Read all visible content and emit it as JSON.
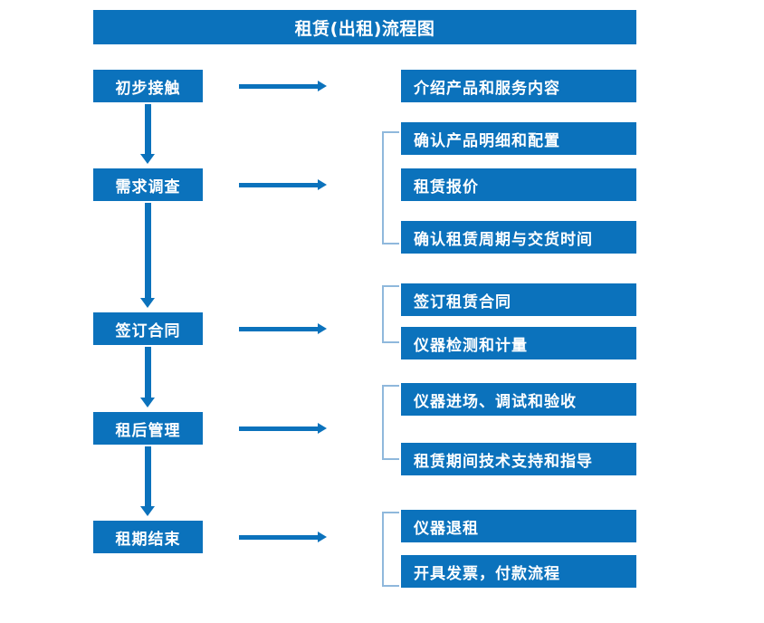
{
  "page": {
    "title": "租赁(出租)流程图",
    "background_color": "#ffffff",
    "accent_color": "#0b72bc",
    "bracket_color": "#8fb8dc",
    "text_color": "#ffffff"
  },
  "flow": {
    "stages": [
      {
        "label": "初步接触"
      },
      {
        "label": "需求调查"
      },
      {
        "label": "签订合同"
      },
      {
        "label": "租后管理"
      },
      {
        "label": "租期结束"
      }
    ],
    "detail_groups": [
      {
        "bracketed": false,
        "items": [
          {
            "label": "介绍产品和服务内容"
          }
        ]
      },
      {
        "bracketed": true,
        "items": [
          {
            "label": "确认产品明细和配置"
          },
          {
            "label": "租赁报价"
          },
          {
            "label": "确认租赁周期与交货时间"
          }
        ]
      },
      {
        "bracketed": true,
        "items": [
          {
            "label": "签订租赁合同"
          },
          {
            "label": "仪器检测和计量"
          }
        ]
      },
      {
        "bracketed": true,
        "items": [
          {
            "label": "仪器进场、调试和验收"
          },
          {
            "label": "租赁期间技术支持和指导"
          }
        ]
      },
      {
        "bracketed": true,
        "items": [
          {
            "label": "仪器退租"
          },
          {
            "label": "开具发票，付款流程"
          }
        ]
      }
    ],
    "connectors": {
      "horizontal_arrow_name": "arrow-right-icon",
      "vertical_arrow_name": "arrow-down-icon",
      "bracket_name": "group-bracket"
    }
  }
}
